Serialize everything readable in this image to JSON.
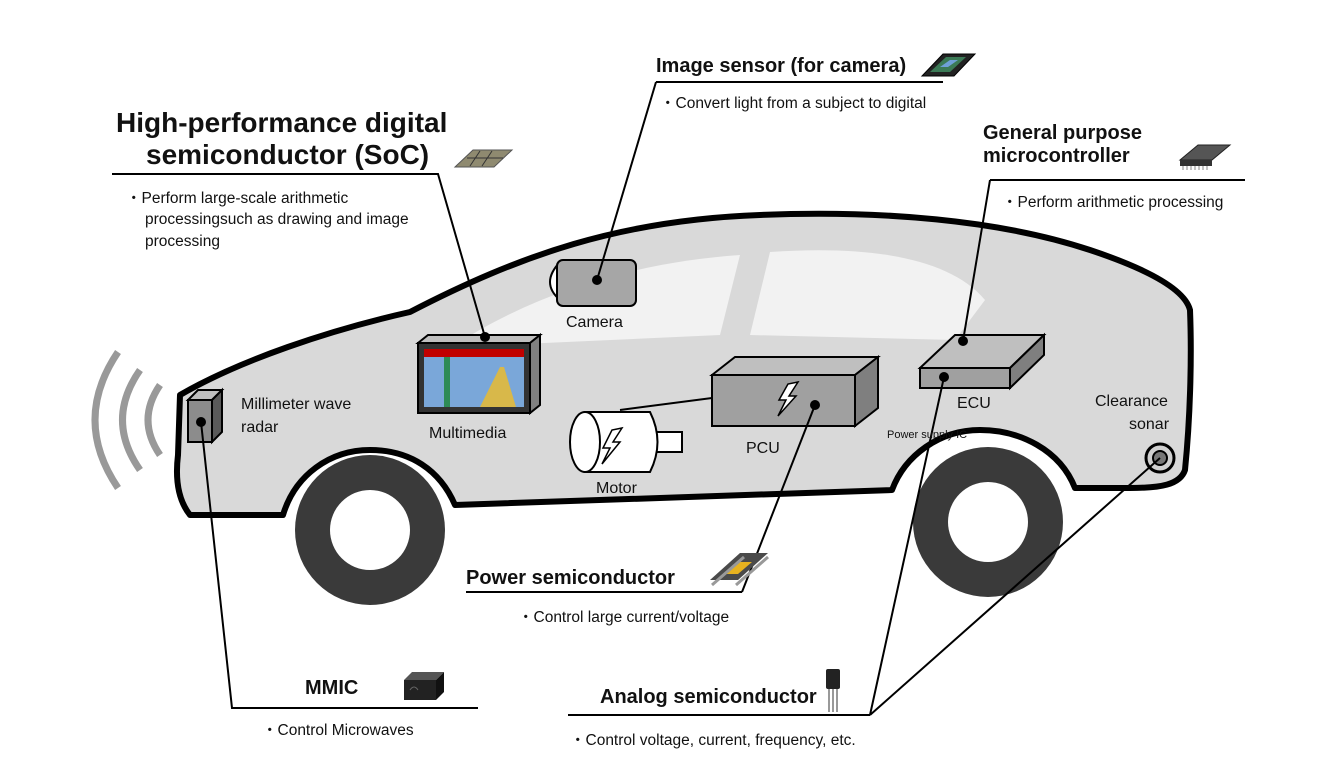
{
  "soc": {
    "title_line1": "High-performance digital",
    "title_line2": "semiconductor (SoC)",
    "desc_line1": "・Perform large-scale arithmetic",
    "desc_line2": "processingsuch as  drawing and image",
    "desc_line3": "processing"
  },
  "image_sensor": {
    "title": "Image sensor (for camera)",
    "desc": "・Convert light from a subject to digital"
  },
  "mcu": {
    "title_line1": "General purpose",
    "title_line2": "microcontroller",
    "desc": "・Perform arithmetic processing"
  },
  "power": {
    "title": "Power semiconductor",
    "desc": "・Control large current/voltage"
  },
  "mmic": {
    "title": "MMIC",
    "desc": "・Control Microwaves"
  },
  "analog": {
    "title": "Analog semiconductor",
    "desc": "・Control voltage, current, frequency, etc."
  },
  "components": {
    "camera": "Camera",
    "multimedia": "Multimedia",
    "radar_line1": "Millimeter wave",
    "radar_line2": "radar",
    "motor": "Motor",
    "pcu": "PCU",
    "ecu": "ECU",
    "power_supply_ic": "Power supply IC",
    "sonar_line1": "Clearance",
    "sonar_line2": "sonar"
  },
  "icons": [
    "soc-chip-icon",
    "image-sensor-chip-icon",
    "microcontroller-chip-icon",
    "power-chip-icon",
    "mmic-chip-icon",
    "transistor-icon",
    "lightning-icon",
    "radar-wave-icon"
  ]
}
